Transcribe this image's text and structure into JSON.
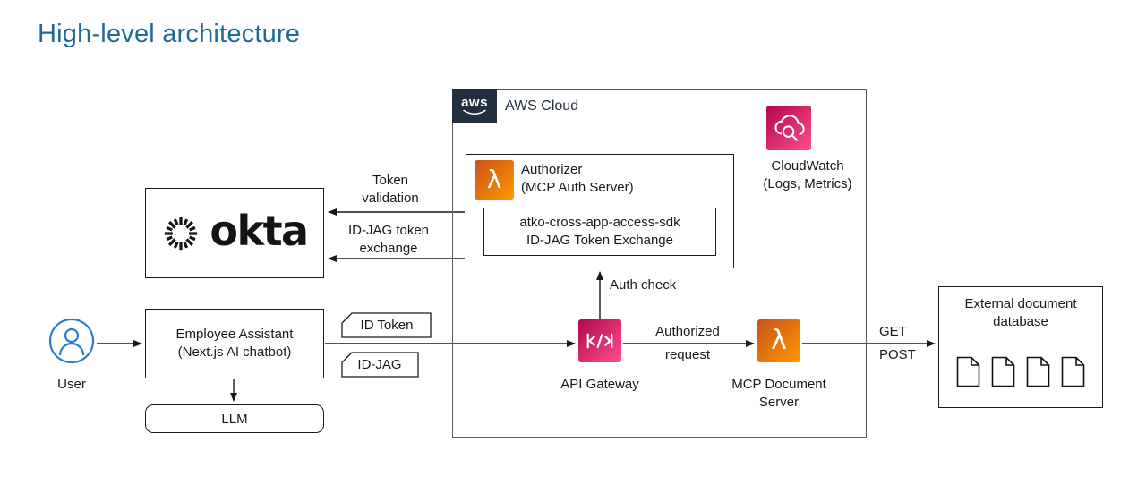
{
  "title": "High-level architecture",
  "aws": {
    "logo": "aws",
    "group_label": "AWS Cloud"
  },
  "okta": {
    "wordmark": "okta"
  },
  "authorizer": {
    "title": "Authorizer\n(MCP Auth Server)",
    "sdk_box": "atko-cross-app-access-sdk\nID-JAG Token Exchange"
  },
  "cloudwatch": {
    "label": "CloudWatch\n(Logs, Metrics)"
  },
  "user": {
    "label": "User"
  },
  "assistant": {
    "label": "Employee Assistant\n(Next.js AI chatbot)"
  },
  "llm": {
    "label": "LLM"
  },
  "tokens": {
    "id_token": "ID Token",
    "id_jag": "ID-JAG"
  },
  "api_gateway": {
    "label": "API Gateway"
  },
  "mcp_server": {
    "label": "MCP Document\nServer"
  },
  "external_db": {
    "title": "External document\ndatabase",
    "document_icons": 4
  },
  "flows": {
    "token_validation": "Token\nvalidation",
    "idjag_exchange": "ID-JAG token\nexchange",
    "auth_check": "Auth check",
    "authorized_request": "Authorized\nrequest",
    "get_post": "GET\nPOST"
  },
  "colors": {
    "title": "#1F6B96",
    "aws_dark": "#232F3E",
    "lambda_gradient": [
      "#C8511B",
      "#FF9900"
    ],
    "pink_gradient": [
      "#B0084D",
      "#FF4F8B"
    ],
    "user_blue": "#3079D4",
    "okta_black": "#141414",
    "arrow": "#16191F"
  }
}
